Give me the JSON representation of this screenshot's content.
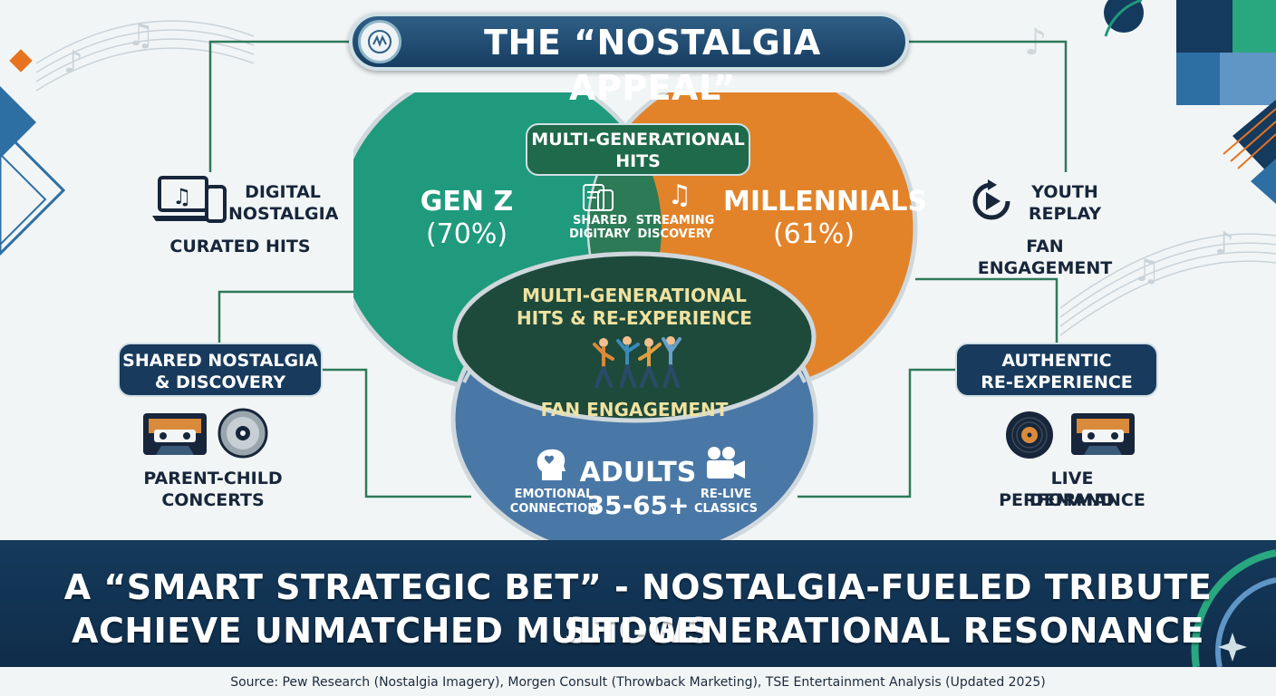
{
  "title": "THE “NOSTALGIA APPEAL”",
  "top_left": {
    "title_line1": "DIGITAL",
    "title_line2": "NOSTALGIA",
    "sub": "CURATED HITS"
  },
  "top_right": {
    "title_line1": "YOUTH",
    "title_line2": "REPLAY",
    "sub": "FAN ENGAGEMENT"
  },
  "bottom_left": {
    "pill_line1": "SHARED NOSTALGIA",
    "pill_line2": "& DISCOVERY",
    "sub_line1": "PARENT-CHILD",
    "sub_line2": "CONCERTS"
  },
  "bottom_right": {
    "pill_line1": "AUTHENTIC",
    "pill_line2": "RE-EXPERIENCE",
    "sub_line1": "LIVE PERFORMANCE",
    "sub_line2": "DEMAND"
  },
  "venn": {
    "top_overlap_line1": "MULTI-GENERATIONAL",
    "top_overlap_line2": "HITS",
    "genz_name": "GEN Z",
    "genz_pct": "(70%)",
    "millennials_name": "MILLENNIALS",
    "millennials_pct": "(61%)",
    "shared_line1": "SHARED",
    "shared_line2": "DIGITARY",
    "streaming_line1": "STREAMING",
    "streaming_line2": "DISCOVERY",
    "center_line1": "MULTI-GENERATIONAL",
    "center_line2": "HITS & RE-EXPERIENCE",
    "center_sub": "FAN ENGAGEMENT",
    "adults_line1": "ADULTS",
    "adults_line2": "35-65+",
    "emotional_line1": "EMOTIONAL",
    "emotional_line2": "CONNECTION",
    "relive_line1": "RE-LIVE",
    "relive_line2": "CLASSICS"
  },
  "footer": {
    "line1": "A “SMART STRATEGIC BET” - NOSTALGIA-FUELED TRIBUTE SHOWS",
    "line2": "ACHIEVE UNMATCHED MULTI-GENERATIONAL RESONANCE"
  },
  "source": "Source: Pew Research (Nostalgia Imagery), Morgen Consult (Throwback Marketing), TSE Entertainment Analysis (Updated 2025)",
  "colors": {
    "genz": "#1f9a7c",
    "millennials": "#e2832a",
    "adults": "#4a78a6",
    "center": "#1f4a3d",
    "navy": "#153a5c"
  }
}
